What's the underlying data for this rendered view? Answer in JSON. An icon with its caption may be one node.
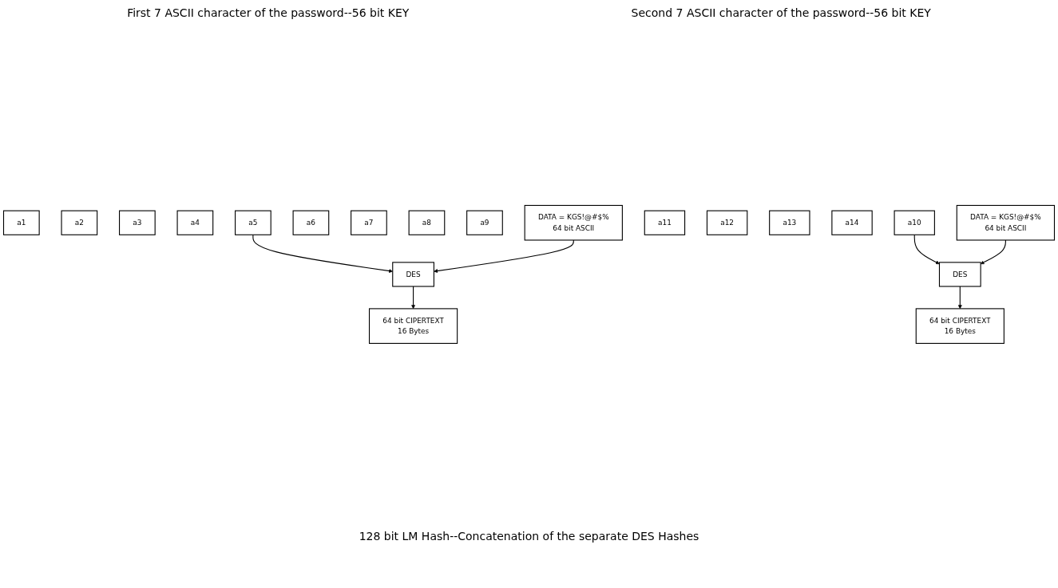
{
  "diagram": {
    "nodes": [
      {
        "text": [
          "a1"
        ]
      },
      {
        "text": [
          "a2"
        ]
      },
      {
        "text": [
          "a3"
        ]
      },
      {
        "text": [
          "a4"
        ]
      },
      {
        "text": [
          "a5"
        ]
      },
      {
        "text": [
          "a6"
        ]
      },
      {
        "text": [
          "a7"
        ]
      },
      {
        "text": [
          "a8"
        ]
      },
      {
        "text": [
          "a9"
        ]
      },
      {
        "text": [
          "a10"
        ]
      },
      {
        "text": [
          "a11"
        ]
      },
      {
        "text": [
          "a12"
        ]
      },
      {
        "text": [
          "a13"
        ]
      },
      {
        "text": [
          "a14"
        ]
      },
      {
        "text": [
          "DATA = KGS!@#$%",
          "64 bit ASCII"
        ]
      },
      {
        "text": [
          "DES"
        ]
      },
      {
        "text": [
          "DES"
        ]
      },
      {
        "text": [
          "DATA = KGS!@#$%",
          "64 bit ASCII"
        ]
      },
      {
        "text": [
          "64 bit CIPERTEXT",
          "16 Bytes"
        ]
      },
      {
        "text": [
          "64 bit CIPERTEXT",
          "16 Bytes"
        ]
      }
    ],
    "edges": [
      {
        "from": 4,
        "to": 15,
        "arrow": "to"
      },
      {
        "from": 14,
        "to": 15,
        "arrow": "to"
      },
      {
        "from": 9,
        "to": 16,
        "arrow": "to"
      },
      {
        "from": 17,
        "to": 16,
        "arrow": "to"
      },
      {
        "from": 15,
        "to": 18,
        "arrow": "to"
      },
      {
        "from": 16,
        "to": 19,
        "arrow": "to"
      }
    ],
    "labels": [
      "First 7 ASCII character of the password--56 bit KEY",
      "Second 7 ASCII character of the password--56 bit KEY",
      "128 bit LM Hash--Concatenation of the separate DES Hashes"
    ]
  }
}
